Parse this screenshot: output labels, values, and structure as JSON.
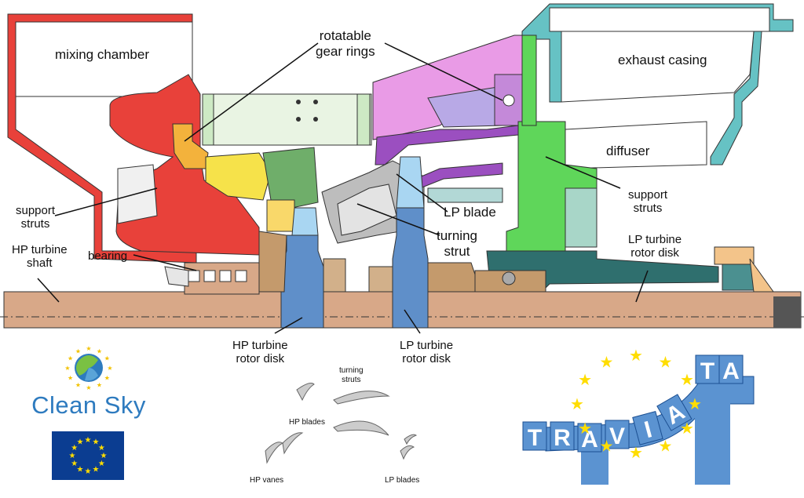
{
  "labels": {
    "mixing_chamber": "mixing chamber",
    "rotatable_gear_rings_1": "rotatable",
    "rotatable_gear_rings_2": "gear rings",
    "exhaust_casing": "exhaust casing",
    "diffuser": "diffuser",
    "support_struts_left_1": "support",
    "support_struts_left_2": "struts",
    "support_struts_right_1": "support",
    "support_struts_right_2": "struts",
    "lp_blade": "LP blade",
    "turning_strut_1": "turning",
    "turning_strut_2": "strut",
    "hp_turbine_shaft_1": "HP turbine",
    "hp_turbine_shaft_2": "shaft",
    "bearing": "bearing",
    "lp_rotor_disk_right_1": "LP turbine",
    "lp_rotor_disk_right_2": "rotor disk",
    "hp_rotor_disk_1": "HP turbine",
    "hp_rotor_disk_2": "rotor disk",
    "lp_rotor_disk_1": "LP turbine",
    "lp_rotor_disk_2": "rotor disk"
  },
  "profiles": {
    "turning_struts_1": "turning",
    "turning_struts_2": "struts",
    "hp_blades": "HP blades",
    "hp_vanes": "HP vanes",
    "lp_blades": "LP blades"
  },
  "logos": {
    "clean_sky": "Clean Sky",
    "travata_letters": [
      "T",
      "R",
      "A",
      "V",
      "I",
      "A",
      "T",
      "A"
    ]
  },
  "colors": {
    "mixing": "#e8413a",
    "gear": "#f3b23c",
    "yellow": "#f6e24a",
    "green_dark": "#6fae6a",
    "light_green": "#cde9c4",
    "pink": "#e99be6",
    "purple": "#9b4fc0",
    "lavender": "#b8a9e6",
    "teal": "#66c2c4",
    "bright_green": "#5fd65a",
    "shaft": "#d8a888",
    "blue_disk": "#5f8fc9",
    "brown": "#c49a6c",
    "dark_teal": "#2f6f6e",
    "gray": "#bdbdbd"
  }
}
